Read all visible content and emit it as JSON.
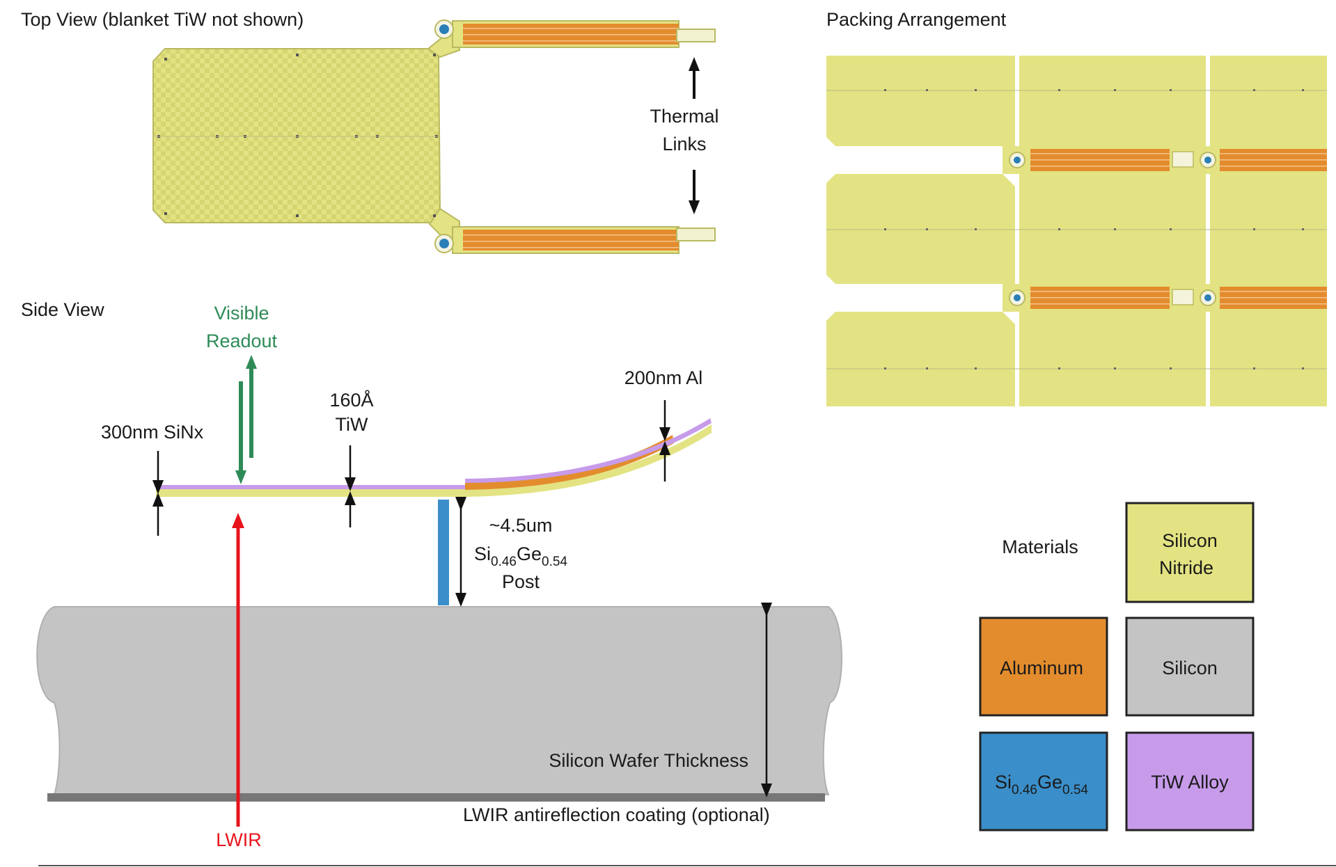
{
  "colors": {
    "silicon_nitride": "#e3e383",
    "aluminum": "#e38c2e",
    "silicon": "#c4c4c4",
    "sige": "#3a8ec9",
    "tiw": "#c79bea",
    "visible_readout": "#2e8b57",
    "lwir": "#e8141c",
    "arrow": "#111111",
    "ar_coating": "#777777"
  },
  "top_view": {
    "title": "Top View (blanket TiW not shown)"
  },
  "thermal_links": {
    "line1": "Thermal",
    "line2": "Links"
  },
  "packing": {
    "title": "Packing Arrangement"
  },
  "side_view": {
    "title": "Side View",
    "visible_readout": {
      "line1": "Visible",
      "line2": "Readout"
    },
    "sinx_label": "300nm  SiNx",
    "tiw_label": {
      "line1": "160Å",
      "line2": "TiW"
    },
    "al_label": "200nm Al",
    "post_label": {
      "line1": "~4.5um",
      "si": "Si",
      "si_sub": "0.46",
      "ge": "Ge",
      "ge_sub": "0.54",
      "line3": "Post"
    },
    "wafer_label": "Silicon Wafer Thickness",
    "ar_label": "LWIR antireflection coating (optional)",
    "lwir_label": "LWIR"
  },
  "materials": {
    "title": "Materials",
    "silicon_nitride": {
      "line1": "Silicon",
      "line2": "Nitride"
    },
    "aluminum": "Aluminum",
    "silicon": "Silicon",
    "sige": {
      "si": "Si",
      "si_sub": "0.46",
      "ge": "Ge",
      "ge_sub": "0.54"
    },
    "tiw": "TiW Alloy"
  }
}
